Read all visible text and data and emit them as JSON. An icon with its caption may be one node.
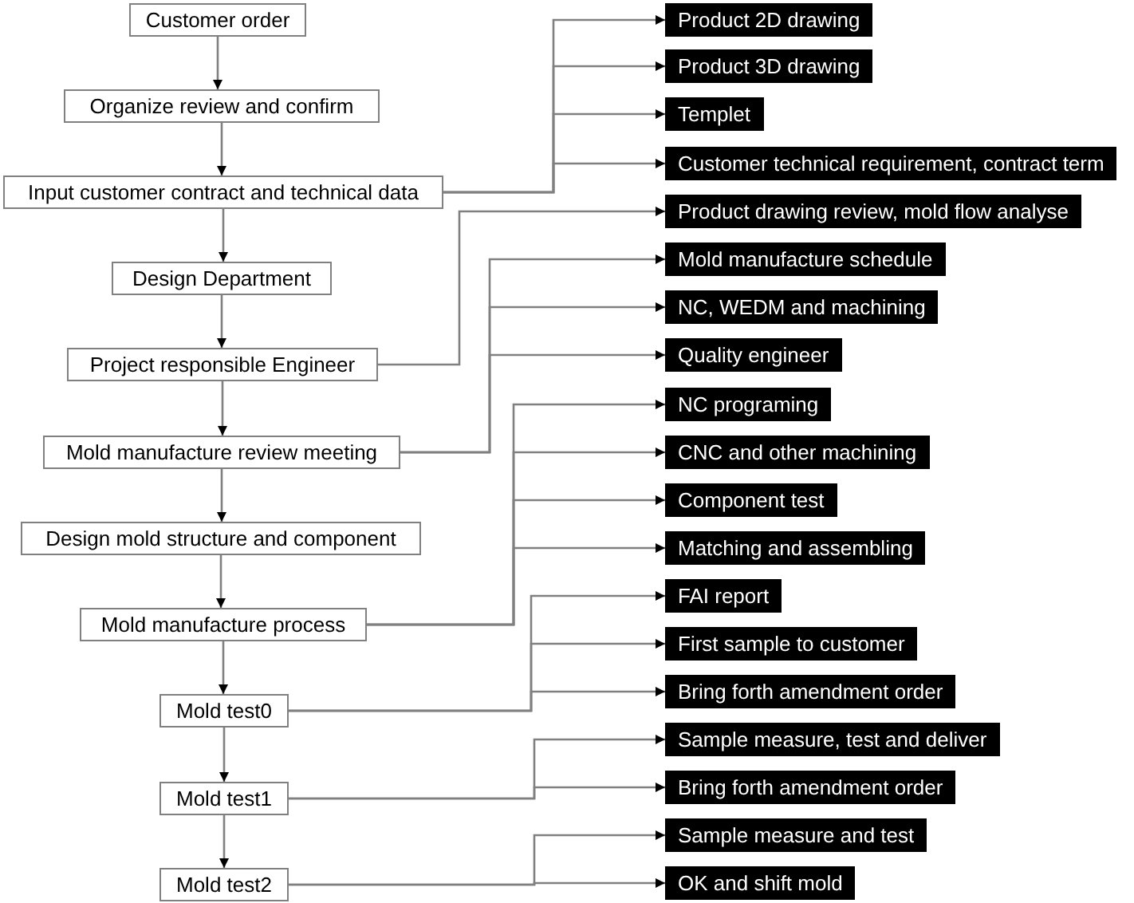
{
  "diagram": {
    "nodes": [
      {
        "text": [
          "Customer order"
        ]
      },
      {
        "text": [
          "Organize review and confirm"
        ]
      },
      {
        "text": [
          "Input customer contract and technical data"
        ]
      },
      {
        "text": [
          "Design Department"
        ]
      },
      {
        "text": [
          "Project responsible Engineer"
        ]
      },
      {
        "text": [
          "Mold manufacture review meeting"
        ]
      },
      {
        "text": [
          "Design mold structure and component"
        ]
      },
      {
        "text": [
          "Mold manufacture process"
        ]
      },
      {
        "text": [
          "Mold test0"
        ]
      },
      {
        "text": [
          "Mold test1"
        ]
      },
      {
        "text": [
          "Mold test2"
        ]
      },
      {
        "text": [
          "Product 2D drawing"
        ]
      },
      {
        "text": [
          "Product 3D drawing"
        ]
      },
      {
        "text": [
          "Templet"
        ]
      },
      {
        "text": [
          "Customer technical requirement, contract term"
        ]
      },
      {
        "text": [
          "Product drawing review, mold flow analyse"
        ]
      },
      {
        "text": [
          "Mold manufacture schedule"
        ]
      },
      {
        "text": [
          "NC, WEDM and machining"
        ]
      },
      {
        "text": [
          "Quality engineer"
        ]
      },
      {
        "text": [
          "NC programing"
        ]
      },
      {
        "text": [
          "CNC and other machining"
        ]
      },
      {
        "text": [
          "Component test"
        ]
      },
      {
        "text": [
          "Matching and assembling"
        ]
      },
      {
        "text": [
          "FAI report"
        ]
      },
      {
        "text": [
          "First sample to customer"
        ]
      },
      {
        "text": [
          "Bring forth amendment order"
        ]
      },
      {
        "text": [
          "Sample measure, test and deliver"
        ]
      },
      {
        "text": [
          "Bring forth amendment order"
        ]
      },
      {
        "text": [
          "Sample measure and test"
        ]
      },
      {
        "text": [
          "OK and shift mold"
        ]
      }
    ],
    "edges": [
      {
        "from": 0,
        "to": 1,
        "arrow": "to"
      },
      {
        "from": 1,
        "to": 2,
        "arrow": "to"
      },
      {
        "from": 2,
        "to": 3,
        "arrow": "to"
      },
      {
        "from": 3,
        "to": 4,
        "arrow": "to"
      },
      {
        "from": 4,
        "to": 5,
        "arrow": "to"
      },
      {
        "from": 5,
        "to": 6,
        "arrow": "to"
      },
      {
        "from": 6,
        "to": 7,
        "arrow": "to"
      },
      {
        "from": 7,
        "to": 8,
        "arrow": "to"
      },
      {
        "from": 8,
        "to": 9,
        "arrow": "to"
      },
      {
        "from": 9,
        "to": 10,
        "arrow": "to"
      },
      {
        "from": 2,
        "to": 11,
        "arrow": "to"
      },
      {
        "from": 2,
        "to": 12,
        "arrow": "to"
      },
      {
        "from": 2,
        "to": 13,
        "arrow": "to"
      },
      {
        "from": 2,
        "to": 14,
        "arrow": "to"
      },
      {
        "from": 4,
        "to": 15,
        "arrow": "to"
      },
      {
        "from": 5,
        "to": 16,
        "arrow": "to"
      },
      {
        "from": 5,
        "to": 17,
        "arrow": "to"
      },
      {
        "from": 5,
        "to": 18,
        "arrow": "to"
      },
      {
        "from": 7,
        "to": 19,
        "arrow": "to"
      },
      {
        "from": 7,
        "to": 20,
        "arrow": "to"
      },
      {
        "from": 7,
        "to": 21,
        "arrow": "to"
      },
      {
        "from": 7,
        "to": 22,
        "arrow": "to"
      },
      {
        "from": 8,
        "to": 23,
        "arrow": "to"
      },
      {
        "from": 8,
        "to": 24,
        "arrow": "to"
      },
      {
        "from": 8,
        "to": 25,
        "arrow": "to"
      },
      {
        "from": 9,
        "to": 26,
        "arrow": "to"
      },
      {
        "from": 9,
        "to": 27,
        "arrow": "to"
      },
      {
        "from": 10,
        "to": 28,
        "arrow": "to"
      },
      {
        "from": 10,
        "to": 29,
        "arrow": "to"
      }
    ]
  }
}
